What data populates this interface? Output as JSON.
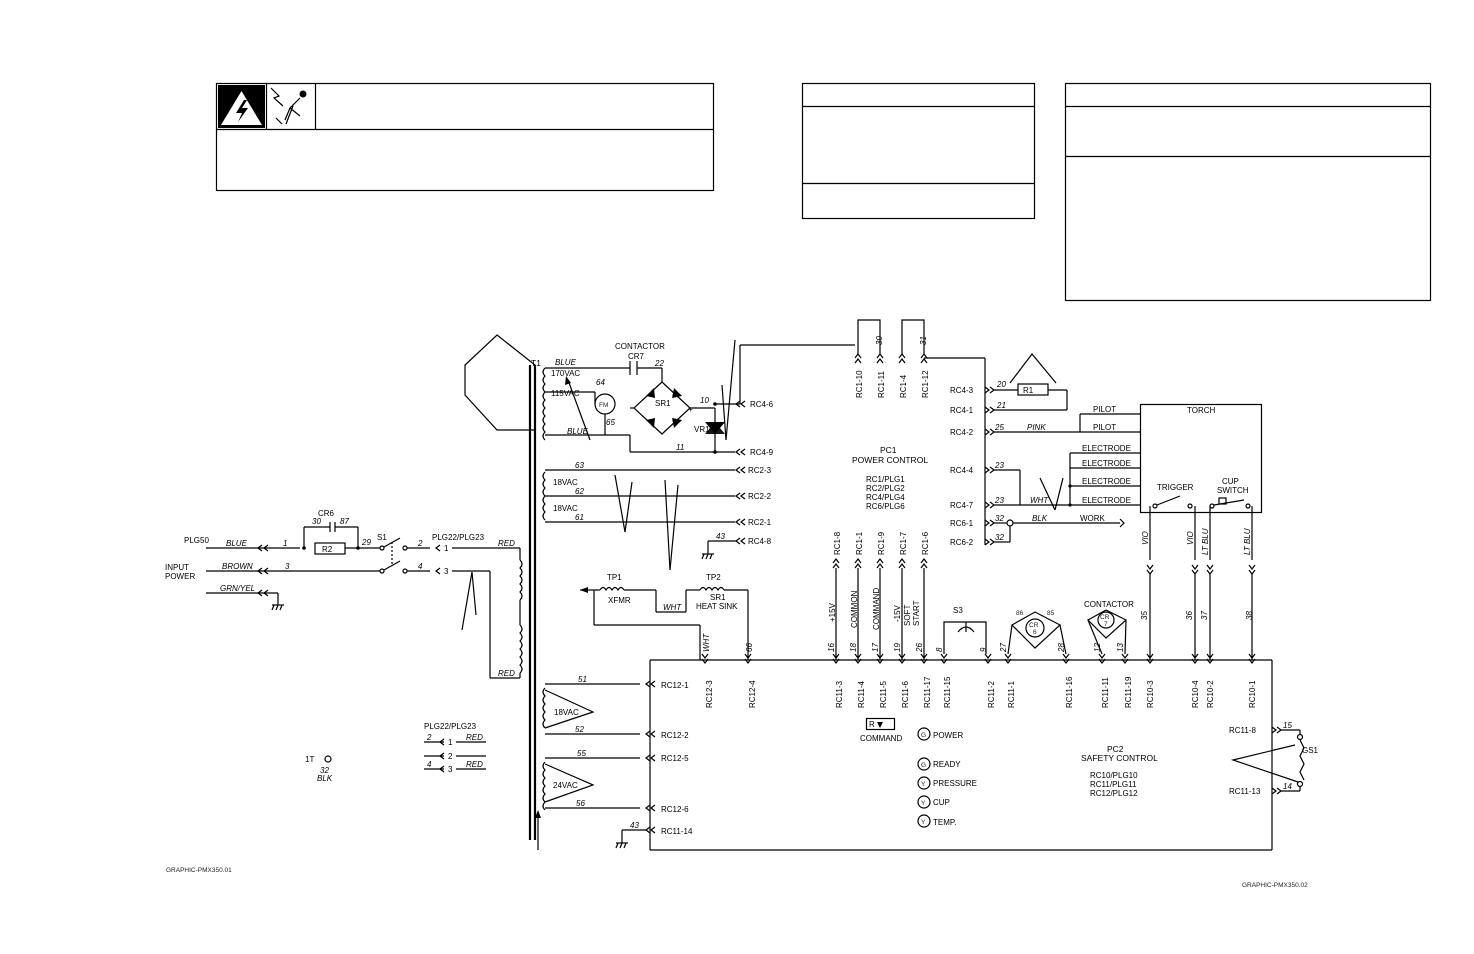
{
  "labels": {
    "contactor": "CONTACTOR",
    "cr7": "CR7",
    "t1": "T1",
    "v170": "170VAC",
    "v115": "115VAC",
    "fm": "FM",
    "sr1": "SR1",
    "vr1": "VR1",
    "plus": "+",
    "blue": "BLUE",
    "v18a": "18VAC",
    "v18b": "18VAC",
    "v18c": "18VAC",
    "v24": "24VAC",
    "plg50": "PLG50",
    "input": "INPUT",
    "power": "POWER",
    "brown": "BROWN",
    "grnyel": "GRN/YEL",
    "cr6": "CR6",
    "r2": "R2",
    "s1": "S1",
    "plg22": "PLG22/PLG23",
    "plg22b": "PLG22/PLG23",
    "red": "RED",
    "tp1": "TP1",
    "xfmr": "XFMR",
    "tp2": "TP2",
    "sr1hs": "SR1",
    "heatsink": "HEAT SINK",
    "wht": "WHT",
    "pc1": "PC1",
    "power_control": "POWER CONTROL",
    "pc1_plg1": "RC1/PLG1",
    "pc1_plg2": "RC2/PLG2",
    "pc1_plg4": "RC4/PLG4",
    "pc1_plg6": "RC6/PLG6",
    "r1": "R1",
    "pilot": "PILOT",
    "pink": "PINK",
    "torch": "TORCH",
    "electrode": "ELECTRODE",
    "trigger": "TRIGGER",
    "cup": "CUP",
    "switch": "SWITCH",
    "work": "WORK",
    "blk": "BLK",
    "s3": "S3",
    "cr6b": "CR",
    "six": "6",
    "contactor2": "CONTACTOR",
    "cr7b": "CR",
    "seven": "7",
    "command_r": "R",
    "command": "COMMAND",
    "lamp_power": "POWER",
    "lamp_ready": "READY",
    "lamp_pressure": "PRESSURE",
    "lamp_cup": "CUP",
    "lamp_temp": "TEMP.",
    "g": "G",
    "y": "Y",
    "pc2": "PC2",
    "safety_control": "SAFETY CONTROL",
    "pc2_plg10": "RC10/PLG10",
    "pc2_plg11": "RC11/PLG11",
    "pc2_plg12": "RC12/PLG12",
    "gs1": "GS1",
    "onet": "1T",
    "blk2": "BLK",
    "vio": "VIO",
    "ltblu": "LT BLU",
    "graphic1": "GRAPHIC-PMX350.01",
    "graphic2": "GRAPHIC-PMX350.02"
  },
  "pc1_connectors": [
    "RC4-6",
    "RC4-9",
    "RC2-3",
    "RC2-2",
    "RC2-1",
    "RC4-8"
  ],
  "pc1_right": [
    "RC4-3",
    "RC4-1",
    "RC4-2",
    "RC4-4",
    "RC4-7",
    "RC6-1",
    "RC6-2"
  ],
  "rc1_top": [
    "RC1-10",
    "RC1-11",
    "RC1-4",
    "RC1-12"
  ],
  "rc1_bottom": [
    "RC1-8",
    "RC1-1",
    "RC1-9",
    "RC1-7",
    "RC1-6"
  ],
  "rc1_names": [
    "+15V",
    "COMMON",
    "COMMAND",
    "-15V",
    "SOFT",
    "START"
  ],
  "rc12": [
    "RC12-1",
    "RC12-2",
    "RC12-5",
    "RC12-6",
    "RC11-14"
  ],
  "rc11_bottom": [
    "RC12-3",
    "RC12-4",
    "RC11-3",
    "RC11-4",
    "RC11-5",
    "RC11-6",
    "RC11-17",
    "RC11-15",
    "RC11-2",
    "RC11-1",
    "RC11-16",
    "RC11-11",
    "RC11-19",
    "RC10-3",
    "RC10-4",
    "RC10-2",
    "RC10-1"
  ],
  "gs1_pins": [
    "RC11-8",
    "RC11-13"
  ],
  "wires": [
    "1",
    "2",
    "3",
    "29",
    "30",
    "87",
    "4",
    "20",
    "21",
    "22",
    "25",
    "23",
    "32",
    "43",
    "51",
    "52",
    "55",
    "56",
    "61",
    "62",
    "63",
    "64",
    "65",
    "10",
    "11",
    "66",
    "16",
    "18",
    "17",
    "19",
    "26",
    "8",
    "9",
    "27",
    "28",
    "12",
    "13",
    "35",
    "36",
    "37",
    "38",
    "15",
    "14"
  ]
}
